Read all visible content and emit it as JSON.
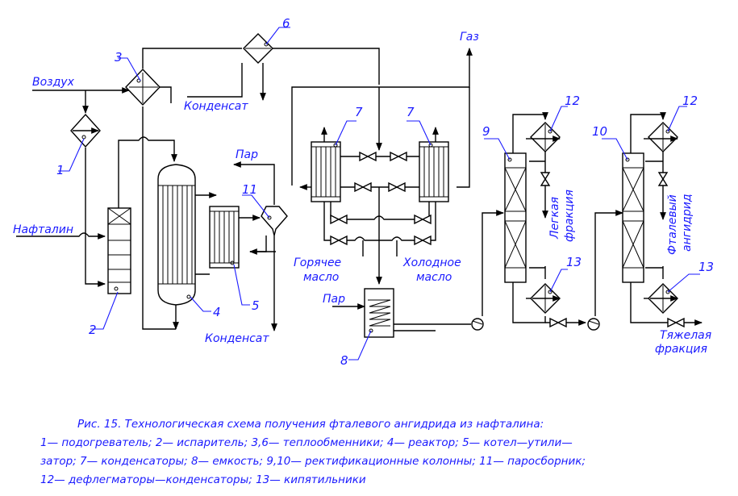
{
  "streams": {
    "air": "Воздух",
    "naphthalene": "Нафталин",
    "condensate_top": "Конденсат",
    "condensate_bottom": "Конденсат",
    "steam_boiler": "Пар",
    "steam_tank": "Пар",
    "gas": "Газ",
    "hot_oil_1": "Горячее",
    "hot_oil_2": "масло",
    "cold_oil_1": "Холодное",
    "cold_oil_2": "масло",
    "light_1": "Легкая",
    "light_2": "фракция",
    "product_1": "Фталевый",
    "product_2": "ангидрид",
    "heavy_1": "Тяжелая",
    "heavy_2": "фракция"
  },
  "equipment": {
    "n1": "1",
    "n2": "2",
    "n3": "3",
    "n4": "4",
    "n5": "5",
    "n6": "6",
    "n7a": "7",
    "n7b": "7",
    "n8": "8",
    "n9": "9",
    "n10": "10",
    "n11": "11",
    "n12a": "12",
    "n12b": "12",
    "n13a": "13",
    "n13b": "13"
  },
  "caption": {
    "line1": "Рис.  15.   Технологическая схема получения фталевого ангидрида из нафталина:",
    "line2": "1— подогреватель; 2— испаритель; 3,6— теплообменники; 4— реактор; 5— котел—утили—",
    "line3": "затор; 7— конденсаторы; 8— емкость; 9,10— ректификационные колонны; 11— паросборник;",
    "line4": "12— дефлегматоры—конденсаторы; 13— кипятильники"
  },
  "colors": {
    "lines": "#000000",
    "labels": "#1a1aff"
  }
}
